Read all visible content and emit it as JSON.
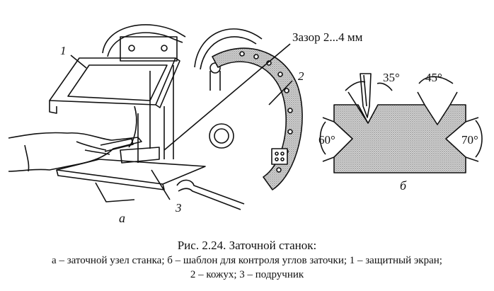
{
  "figure": {
    "labels": {
      "part_1": "1",
      "part_2": "2",
      "part_3": "3",
      "panel_a": "а",
      "panel_b": "б",
      "gap": "Зазор 2...4 мм",
      "angle_35": "35°",
      "angle_45": "45°",
      "angle_60": "60°",
      "angle_70": "70°"
    }
  },
  "caption": {
    "title": "Рис. 2.24. Заточной станок:",
    "line1": "а – заточной узел станка; б – шаблон для контроля углов заточки; 1 – защитный экран;",
    "line2": "2 – кожух; 3 – подручник"
  },
  "colors": {
    "ink": "#111111",
    "hatch": "#9a9a9a",
    "background": "#ffffff"
  }
}
